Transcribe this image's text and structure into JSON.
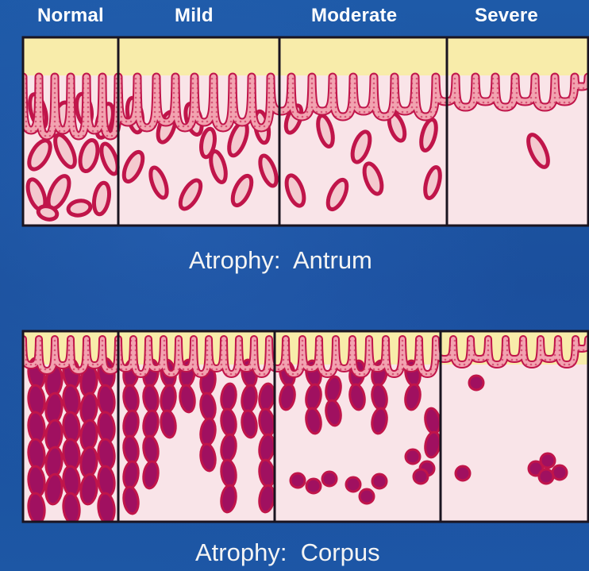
{
  "grades": [
    "Normal",
    "Mild",
    "Moderate",
    "Severe"
  ],
  "panels": [
    {
      "caption": "Atrophy:  Antrum"
    },
    {
      "caption": "Atrophy:  Corpus"
    }
  ],
  "colors": {
    "background": "#1b4f98",
    "lumen": "#f8ecaa",
    "lamina_propria": "#f9e4e8",
    "epithelium_outline": "#c0154a",
    "epithelium_fill": "#f2a3b0",
    "antral_gland_fill": "#f4c9cf",
    "corpus_gland_fill": "#a01060",
    "divider": "#1a1420"
  }
}
